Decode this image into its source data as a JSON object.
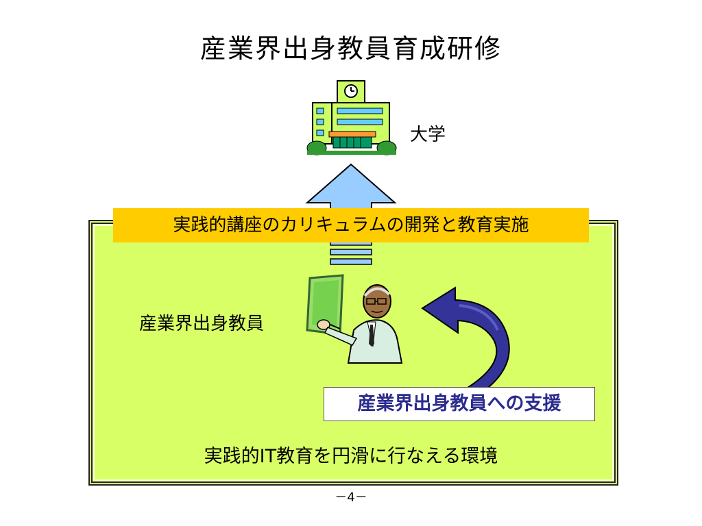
{
  "slide": {
    "title": "産業界出身教員育成研修",
    "university_label": "大学",
    "banner_text": "実践的講座のカリキュラムの開発と教育実施",
    "teacher_label": "産業界出身教員",
    "support_text": "産業界出身教員への支援",
    "environment_text": "実践的IT教育を円滑に行なえる環境",
    "page_number": "－4－"
  },
  "colors": {
    "green_panel": "#d9ff66",
    "banner": "#ffcc00",
    "up_arrow": "#99ccff",
    "curved_arrow": "#333399",
    "support_text": "#2b2b8f",
    "building": "#ccff66"
  },
  "icons": {
    "university": "university-building-icon",
    "teacher": "presenter-teacher-icon",
    "up_arrow": "up-arrow-icon",
    "curved_arrow": "curved-support-arrow-icon"
  }
}
